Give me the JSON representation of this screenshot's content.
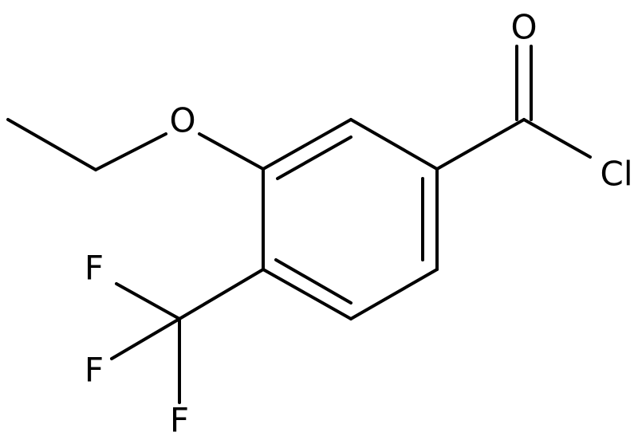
{
  "molecule": {
    "atoms": {
      "oxygen_carbonyl": "O",
      "chlorine": "Cl",
      "oxygen_ether": "O",
      "fluorine_1": "F",
      "fluorine_2": "F",
      "fluorine_3": "F"
    }
  },
  "colors": {
    "bond": "#000000",
    "background": "#ffffff"
  }
}
